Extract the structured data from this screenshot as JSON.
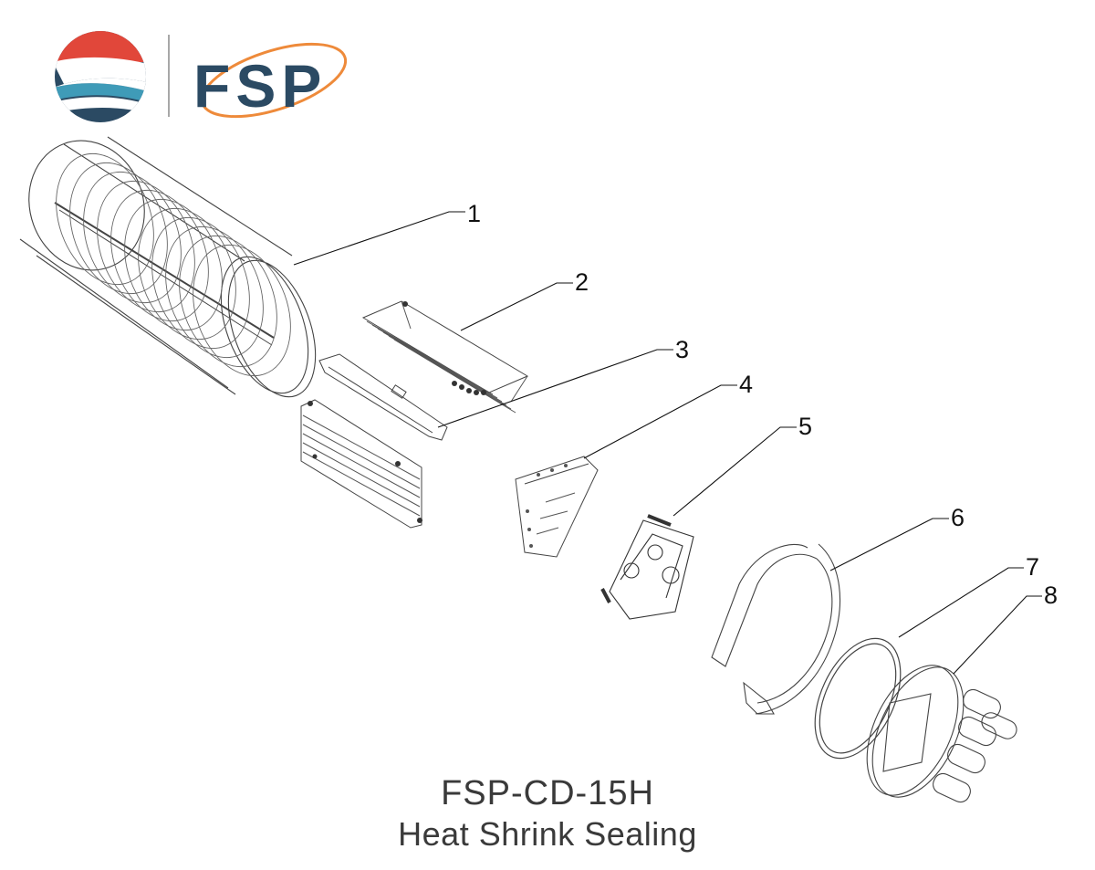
{
  "brand": {
    "logo_text": "FSP",
    "colors": {
      "red": "#e1473a",
      "navy": "#2b4a63",
      "teal": "#3f9bb8",
      "orange": "#ee8a3a"
    }
  },
  "callouts": [
    {
      "num": "1"
    },
    {
      "num": "2"
    },
    {
      "num": "3"
    },
    {
      "num": "4"
    },
    {
      "num": "5"
    },
    {
      "num": "6"
    },
    {
      "num": "7"
    },
    {
      "num": "8"
    }
  ],
  "caption": {
    "model": "FSP-CD-15H",
    "description": "Heat Shrink Sealing"
  }
}
